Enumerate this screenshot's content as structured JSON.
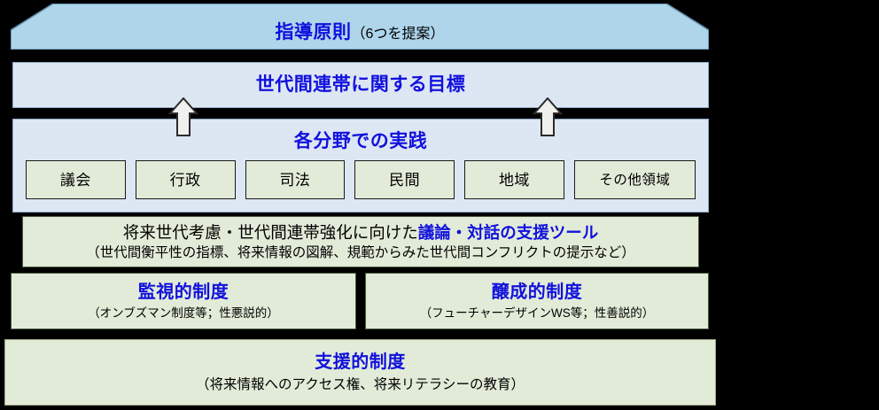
{
  "diagram": {
    "colors": {
      "background": "#000000",
      "blue_dark": "#aed5ea",
      "blue_light": "#dde6f3",
      "green": "#e2ebd8",
      "heading_blue": "#1111dd",
      "text_black": "#000000"
    }
  },
  "principles": {
    "title": "指導原則",
    "note": "（6つを提案）"
  },
  "goals": {
    "title": "世代間連帯に関する目標"
  },
  "practice": {
    "title": "各分野での実践",
    "boxes": [
      {
        "label": "議会"
      },
      {
        "label": "行政"
      },
      {
        "label": "司法"
      },
      {
        "label": "民間"
      },
      {
        "label": "地域"
      },
      {
        "label": "その他領域"
      }
    ]
  },
  "tool": {
    "line1_prefix": "将来世代考慮・世代間連帯強化に向けた",
    "line1_accent": "議論・対話の支援ツール",
    "line2": "（世代間衡平性の指標、将来情報の図解、規範からみた世代間コンフリクトの提示など）"
  },
  "monitor": {
    "title": "監視的制度",
    "note": "（オンブズマン制度等；性悪説的）"
  },
  "foster": {
    "title": "醸成的制度",
    "note": "（フューチャーデザインWS等；性善説的）"
  },
  "support": {
    "title": "支援的制度",
    "note": "（将来情報へのアクセス権、将来リテラシーの教育）"
  },
  "arrows": {
    "left": "up-arrow-icon",
    "right": "up-arrow-icon"
  }
}
